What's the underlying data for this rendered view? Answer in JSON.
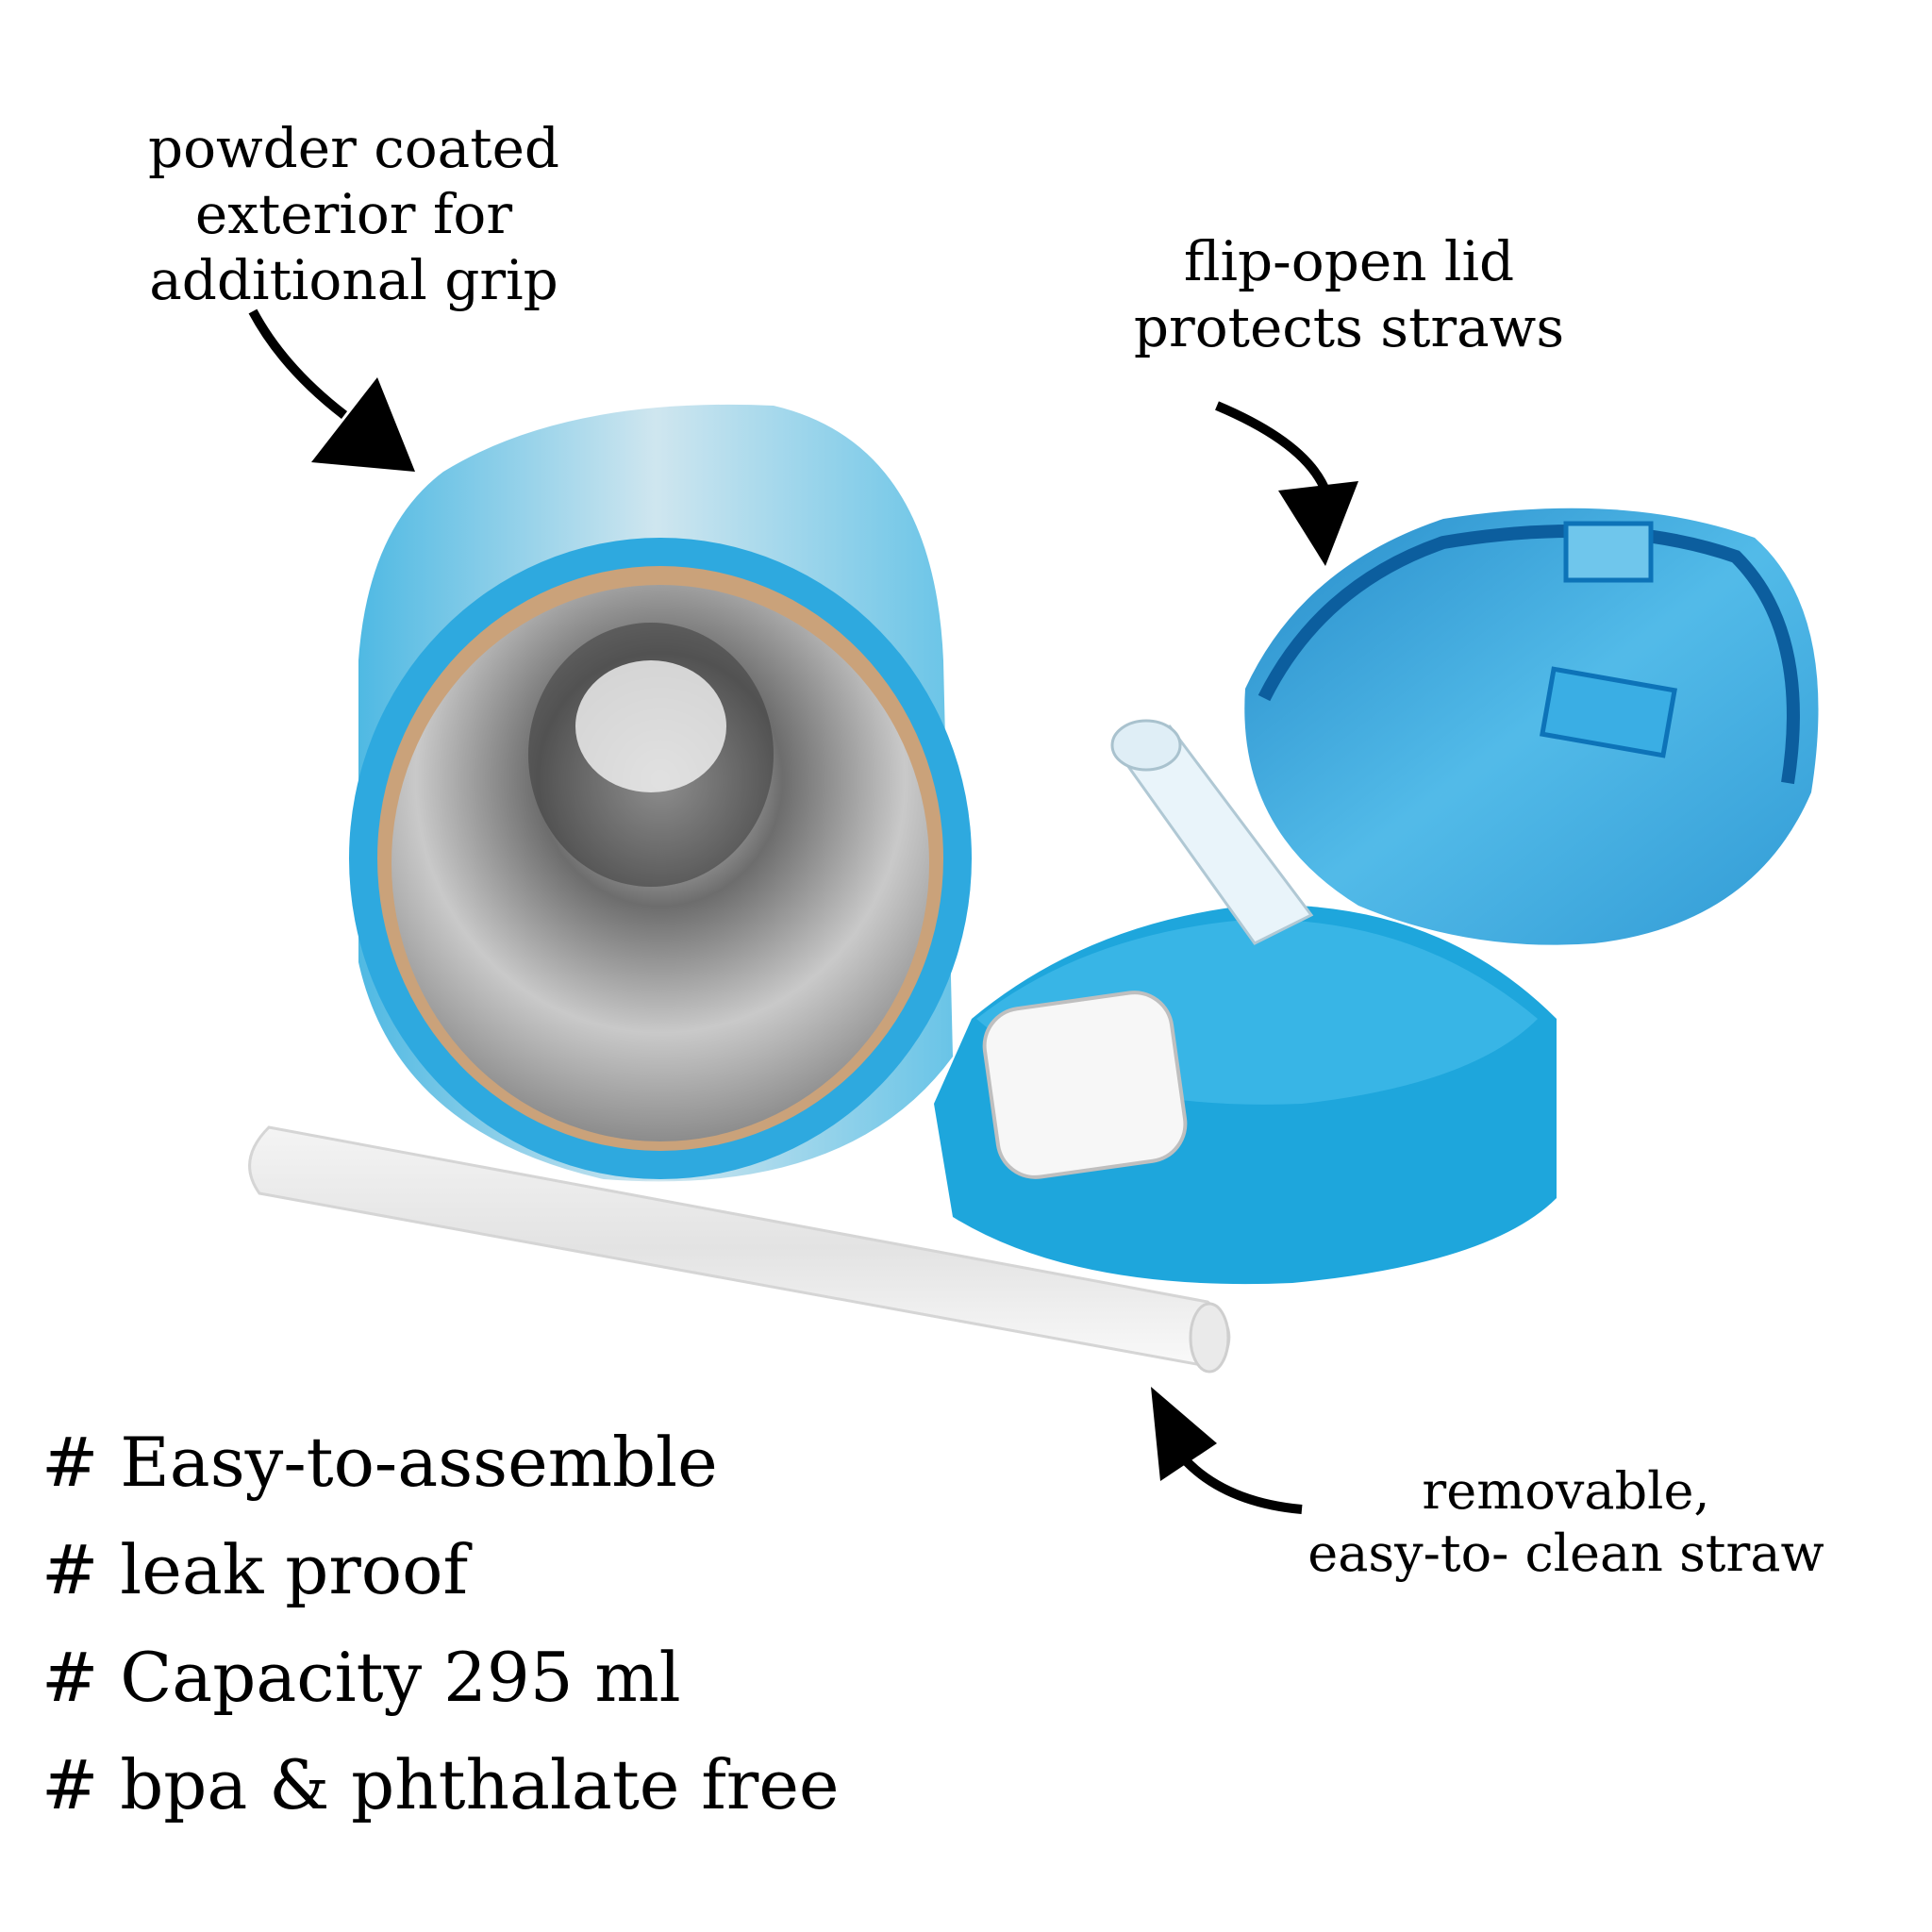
{
  "callouts": {
    "grip": {
      "lines": [
        "powder coated",
        "exterior for",
        "additional grip"
      ]
    },
    "lid": {
      "lines": [
        "flip-open lid",
        "protects straws"
      ]
    },
    "straw": {
      "lines": [
        "removable,",
        "easy-to- clean straw"
      ]
    }
  },
  "features": [
    "# Easy-to-assemble",
    "# leak proof",
    "# Capacity 295 ml",
    "# bpa & phthalate free"
  ],
  "colors": {
    "accent": "#1ea6dc",
    "lid_blue": "#168fd0",
    "steel": "#b8b8b8",
    "text": "#000000"
  }
}
